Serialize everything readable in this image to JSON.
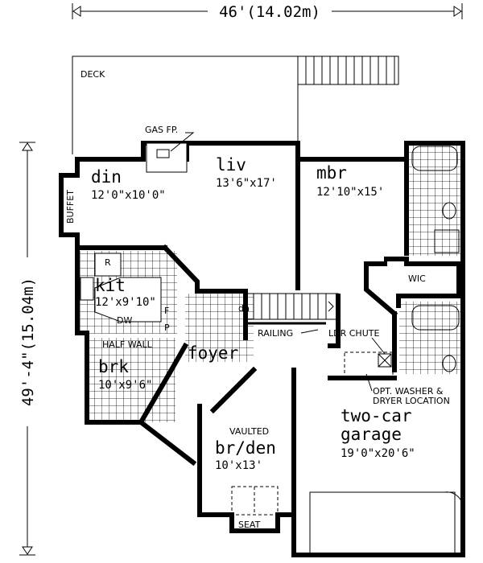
{
  "dimensions": {
    "width": "46'(14.02m)",
    "depth": "49'-4\"(15.04m)"
  },
  "labels": {
    "deck": "DECK",
    "gas_fp": "GAS FP.",
    "buffet": "BUFFET",
    "wic": "WIC",
    "dn": "dn",
    "railing": "RAILING",
    "ldr_chute": "LDR CHUTE",
    "half_wall": "HALF WALL",
    "r": "R",
    "dw": "DW",
    "f": "F",
    "p": "P",
    "washer_1": "OPT. WASHER &",
    "washer_2": "DRYER LOCATION",
    "vaulted": "VAULTED",
    "seat": "SEAT"
  },
  "rooms": {
    "din": {
      "name": "din",
      "size": "12'0\"x10'0\""
    },
    "liv": {
      "name": "liv",
      "size": "13'6\"x17'"
    },
    "mbr": {
      "name": "mbr",
      "size": "12'10\"x15'"
    },
    "kit": {
      "name": "kit",
      "size": "12'x9'10\""
    },
    "foyer": {
      "name": "foyer"
    },
    "brk": {
      "name": "brk",
      "size": "10'x9'6\""
    },
    "brden": {
      "name": "br/den",
      "size": "10'x13'"
    },
    "garage": {
      "name_1": "two-car",
      "name_2": "garage",
      "size": "19'0\"x20'6\""
    }
  }
}
